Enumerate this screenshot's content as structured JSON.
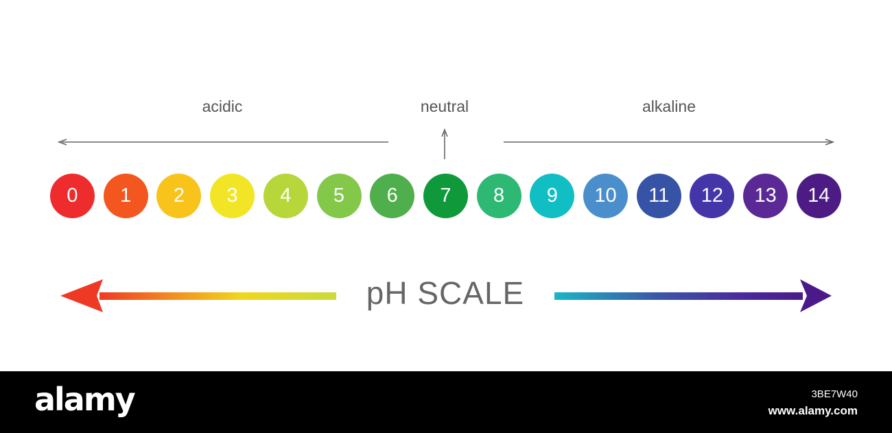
{
  "labels": {
    "acidic": "acidic",
    "neutral": "neutral",
    "alkaline": "alkaline"
  },
  "scale": [
    {
      "value": "0",
      "color": "#EE2B2D"
    },
    {
      "value": "1",
      "color": "#F4561F"
    },
    {
      "value": "2",
      "color": "#F8C31B"
    },
    {
      "value": "3",
      "color": "#F2E525"
    },
    {
      "value": "4",
      "color": "#B7D63A"
    },
    {
      "value": "5",
      "color": "#84C84A"
    },
    {
      "value": "6",
      "color": "#4FAF4C"
    },
    {
      "value": "7",
      "color": "#10993A"
    },
    {
      "value": "8",
      "color": "#2DB874"
    },
    {
      "value": "9",
      "color": "#10BEC4"
    },
    {
      "value": "10",
      "color": "#4A8FCC"
    },
    {
      "value": "11",
      "color": "#3753A5"
    },
    {
      "value": "12",
      "color": "#4436A8"
    },
    {
      "value": "13",
      "color": "#5A2996"
    },
    {
      "value": "14",
      "color": "#4C1B84"
    }
  ],
  "title": "pH  SCALE",
  "arrows": {
    "left_gradient": [
      "#EE3A24",
      "#F28C1F",
      "#F0D61F",
      "#C9DB3A"
    ],
    "right_gradient": [
      "#1BB5C6",
      "#3A5AA8",
      "#4A2A9E",
      "#4B1A8A"
    ]
  },
  "footer": {
    "brand": "alamy",
    "image_id": "3BE7W40",
    "site": "www.alamy.com"
  }
}
